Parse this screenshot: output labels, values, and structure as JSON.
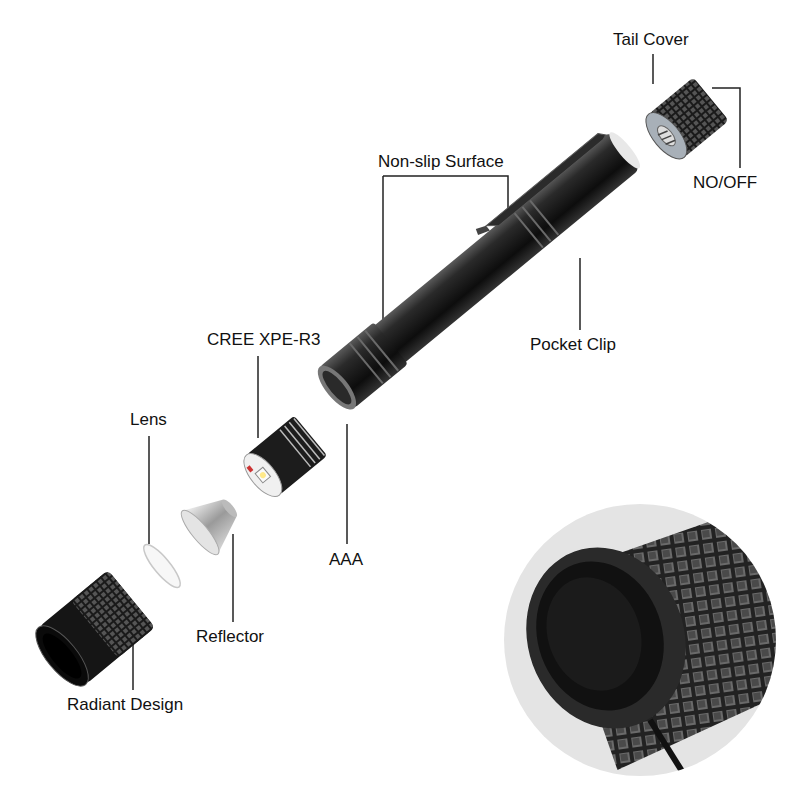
{
  "diagram": {
    "labels": [
      "Tail Cover",
      "NO/OFF",
      "Non-slip Surface",
      "Pocket Clip",
      "CREE XPE-R3",
      "Lens",
      "AAA",
      "Reflector",
      "Radiant Design"
    ]
  }
}
